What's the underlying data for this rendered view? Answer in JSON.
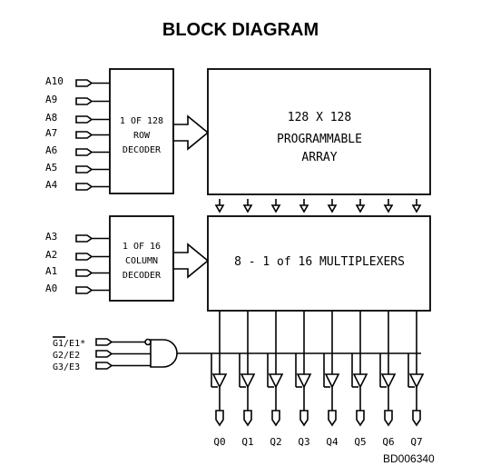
{
  "title": "BLOCK DIAGRAM",
  "footer_code": "BD006340",
  "row_decoder": {
    "line1": "1 OF 128",
    "line2": "ROW",
    "line3": "DECODER"
  },
  "array": {
    "line1": "128 X 128",
    "line2": "PROGRAMMABLE",
    "line3": "ARRAY"
  },
  "column_decoder": {
    "line1": "1 OF 16",
    "line2": "COLUMN",
    "line3": "DECODER"
  },
  "multiplexers": {
    "label": "8 - 1 of 16 MULTIPLEXERS"
  },
  "row_inputs": [
    "A10",
    "A9",
    "A8",
    "A7",
    "A6",
    "A5",
    "A4"
  ],
  "column_inputs": [
    "A3",
    "A2",
    "A1",
    "A0"
  ],
  "enable_inputs": [
    "G1/E1*",
    "G2/E2",
    "G3/E3"
  ],
  "outputs": [
    "Q0",
    "Q1",
    "Q2",
    "Q3",
    "Q4",
    "Q5",
    "Q6",
    "Q7"
  ]
}
